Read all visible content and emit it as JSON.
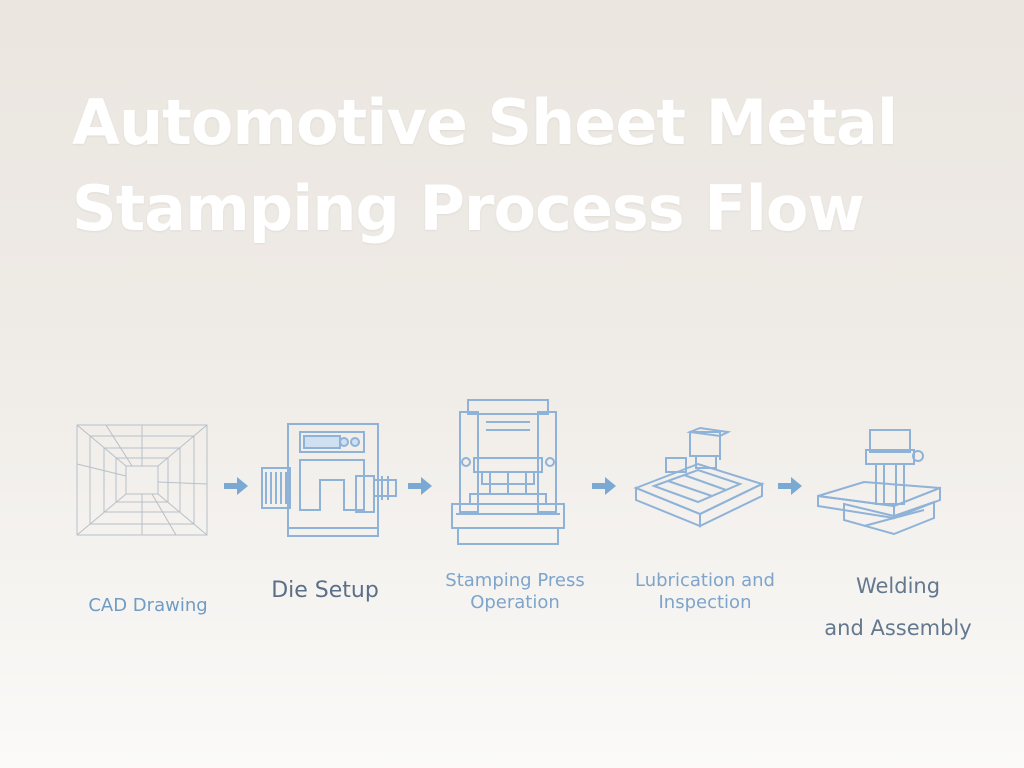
{
  "title": {
    "line1": "Automotive Sheet Metal",
    "line2": "Stamping Process Flow"
  },
  "colors": {
    "line": "#9bbad8",
    "line_dark": "#7ea6cc",
    "arrow": "#7aa9d4",
    "cad_line": "#b8c0c8"
  },
  "steps": [
    {
      "icon": "cad-wireframe-icon",
      "label_lines": [
        "CAD Drawing"
      ]
    },
    {
      "icon": "die-setup-machine-icon",
      "label_lines": [
        "Die Setup"
      ]
    },
    {
      "icon": "stamping-press-icon",
      "label_lines": [
        "Stamping Press",
        "Operation"
      ]
    },
    {
      "icon": "lubrication-table-icon",
      "label_lines": [
        "Lubrication and",
        "Inspection"
      ]
    },
    {
      "icon": "welding-station-icon",
      "label_lines": [
        "Welding",
        "and Assembly"
      ]
    }
  ]
}
